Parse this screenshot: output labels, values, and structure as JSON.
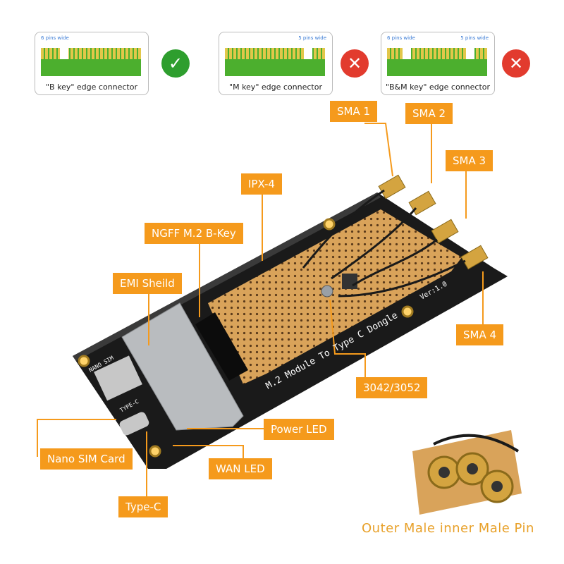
{
  "connectors": [
    {
      "caption": "\"B key\" edge connector",
      "pins_left": "6 pins wide",
      "pins_right": "",
      "status": "ok"
    },
    {
      "caption": "\"M key\" edge connector",
      "pins_left": "",
      "pins_right": "5 pins wide",
      "status": "no"
    },
    {
      "caption": "\"B&M key\" edge connector",
      "pins_left": "6 pins wide",
      "pins_right": "5 pins wide",
      "status": "no"
    }
  ],
  "labels": {
    "sma1": "SMA 1",
    "sma2": "SMA 2",
    "sma3": "SMA 3",
    "sma4": "SMA 4",
    "ipx4": "IPX-4",
    "ngff": "NGFF M.2 B-Key",
    "emi": "EMI Sheild",
    "size": "3042/3052",
    "power_led": "Power LED",
    "wan_led": "WAN LED",
    "sim": "Nano SIM Card",
    "typec": "Type-C"
  },
  "board": {
    "title": "M.2 Module To Type C Dongle",
    "version": "Ver:1.0",
    "sim_silk": "NANO SIM",
    "typec_silk": "TYPE-C"
  },
  "footer": "Outer Male inner Male Pin",
  "colors": {
    "tag": "#f59a1c",
    "board": "#1a1a1a",
    "proto": "#d9a35a",
    "ok": "#2e9e2e",
    "no": "#e23b2e"
  }
}
